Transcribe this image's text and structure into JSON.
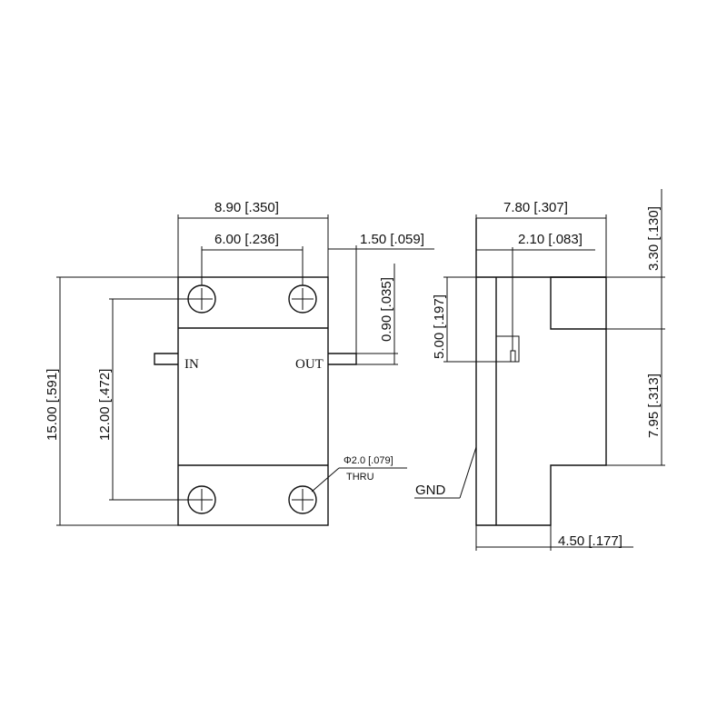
{
  "front_view": {
    "dims": {
      "overall_width": "8.90 [.350]",
      "hole_spacing_x": "6.00 [.236]",
      "pin_length": "1.50 [.059]",
      "pin_width": "0.90 [.035]",
      "overall_height": "15.00 [.591]",
      "hole_spacing_y": "12.00 [.472]"
    },
    "port_in": "IN",
    "port_out": "OUT",
    "hole_note": [
      "Φ2.0 [.079]",
      "THRU"
    ]
  },
  "side_view": {
    "dims": {
      "overall_width": "7.80 [.307]",
      "pin_offset": "2.10 [.083]",
      "top_step": "3.30 [.130]",
      "pin_height": "5.00 [.197]",
      "step_height": "7.95 [.313]",
      "base_width": "4.50 [.177]"
    },
    "gnd_label": "GND"
  }
}
